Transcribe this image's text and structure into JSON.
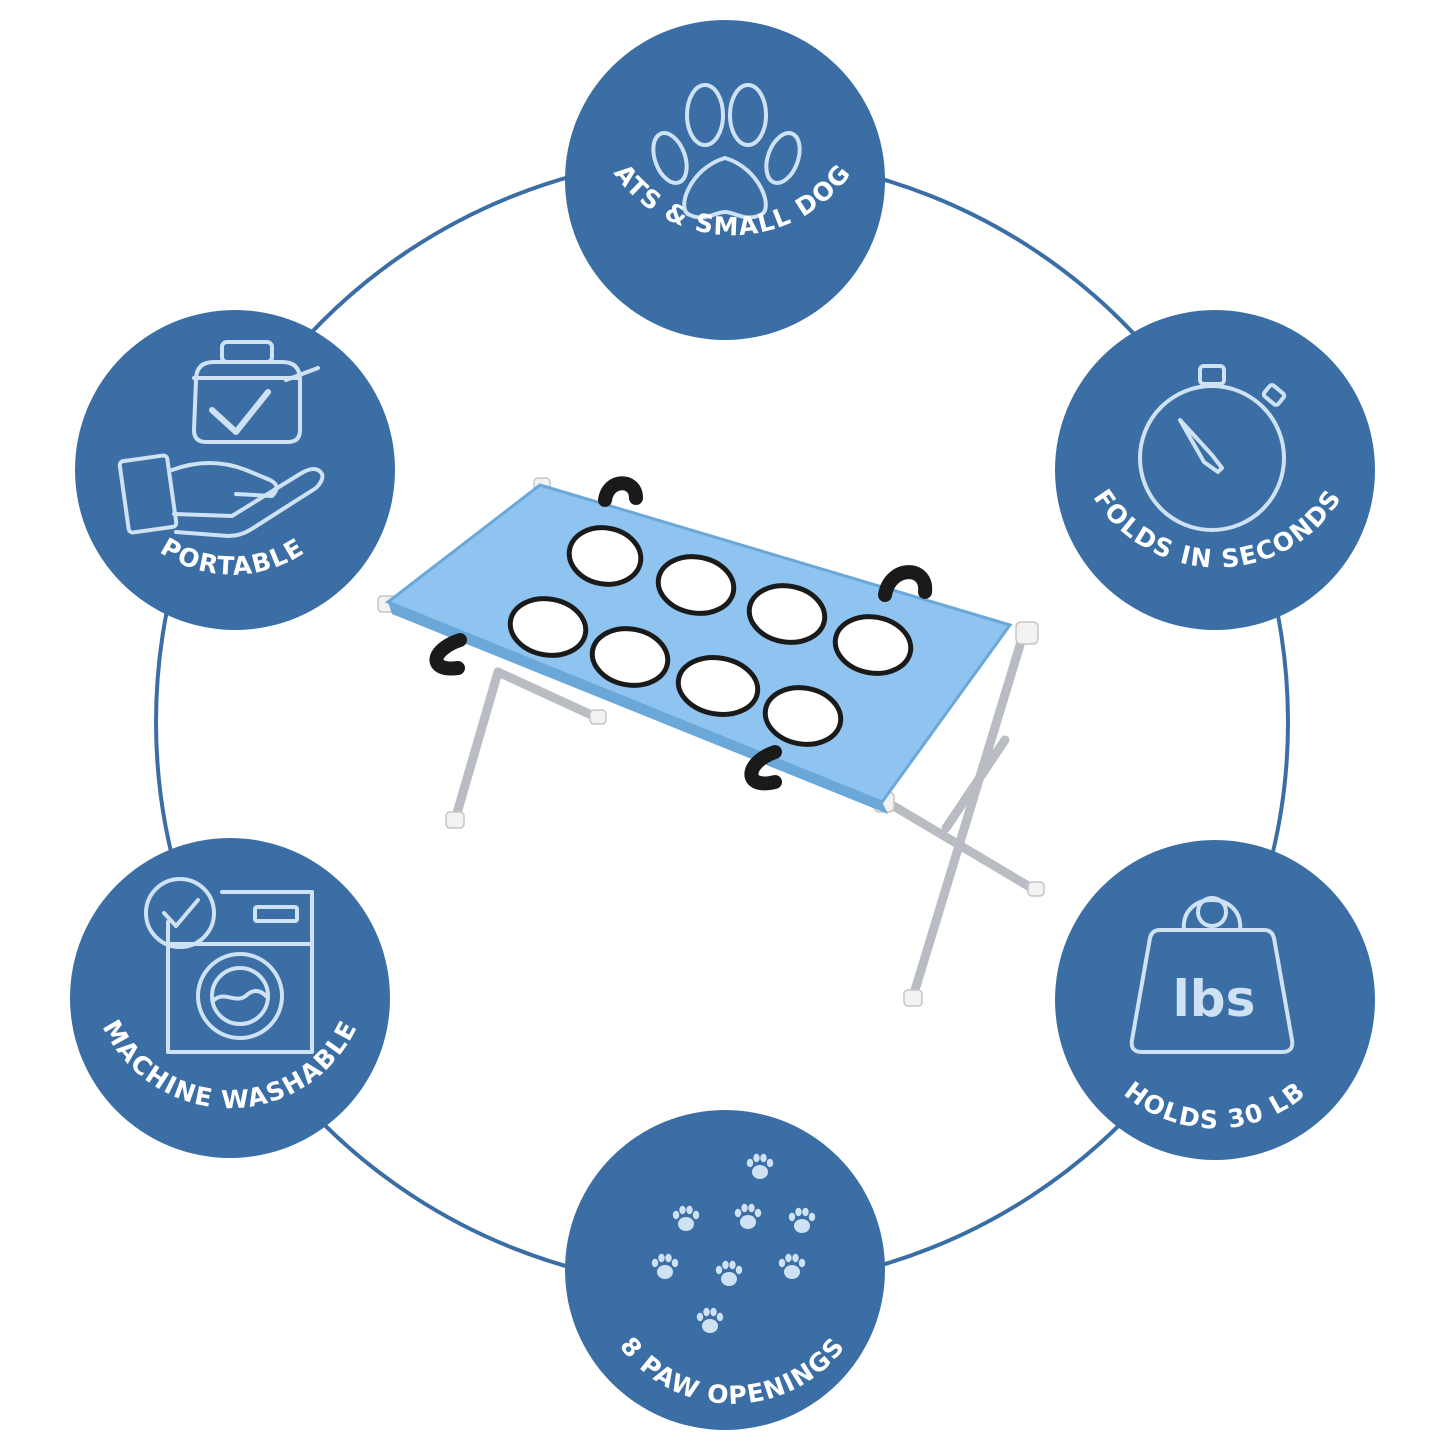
{
  "colors": {
    "badge_fill": "#3a6ea5",
    "ring_stroke": "#3a6ea5",
    "icon_stroke": "#cfe2f4",
    "label_text": "#ffffff",
    "bed_fabric": "#8ec4ef",
    "bed_frame": "#c8c8cc",
    "bed_straps": "#1a1a1a"
  },
  "features": [
    {
      "id": "cats-small-dogs",
      "label": "CATS & SMALL DOGS",
      "icon": "paw-print-icon"
    },
    {
      "id": "folds-in-seconds",
      "label": "FOLDS IN SECONDS",
      "icon": "stopwatch-icon"
    },
    {
      "id": "holds-30-lb",
      "label": "HOLDS 30 LB",
      "icon": "weight-icon",
      "icon_text": "lbs"
    },
    {
      "id": "8-paw-openings",
      "label": "8 PAW OPENINGS",
      "icon": "paw-cluster-icon"
    },
    {
      "id": "machine-washable",
      "label": "MACHINE WASHABLE",
      "icon": "washing-machine-icon"
    },
    {
      "id": "portable",
      "label": "PORTABLE",
      "icon": "hand-holding-bag-icon"
    }
  ],
  "product": {
    "name": "elevated-pet-bed",
    "openings": 8
  }
}
